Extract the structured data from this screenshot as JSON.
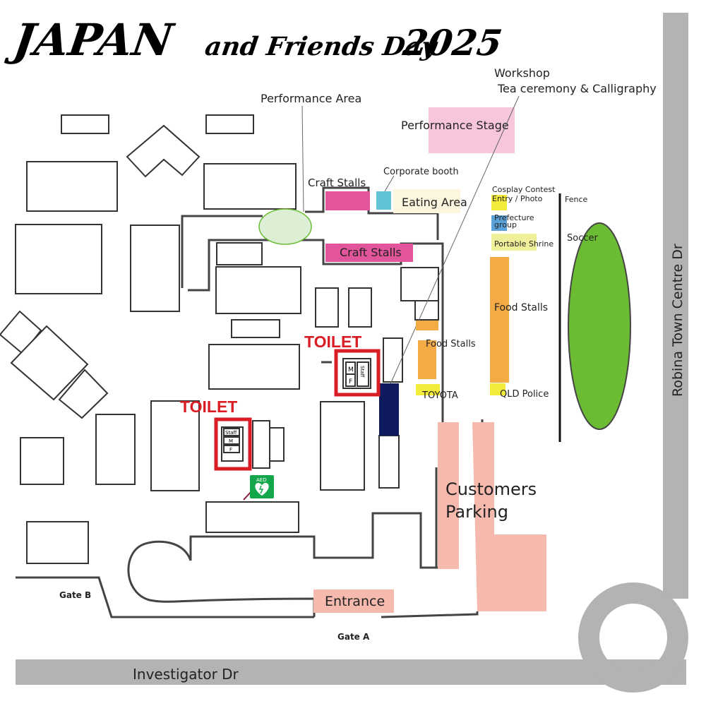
{
  "title": {
    "main": "JAPAN",
    "sub": "and Friends Day",
    "year": "2025"
  },
  "roads": {
    "bottom": "Investigator Dr",
    "right": "Robina Town Centre Dr"
  },
  "labels": {
    "workshop": "Workshop",
    "workshop_detail": "Tea ceremony & Calligraphy",
    "performance_area": "Performance Area",
    "performance_stage": "Performance Stage",
    "corporate_booth": "Corporate booth",
    "craft_stalls_top": "Craft Stalls",
    "eating_area": "Eating Area",
    "craft_stalls_mid": "Craft Stalls",
    "cosplay_line1": "Cosplay Contest",
    "cosplay_line2": "Entry / Photo",
    "prefecture_line1": "Prefecture",
    "prefecture_line2": "group",
    "portable_shrine": "Portable Shrine",
    "fence": "Fence",
    "soccer": "Soccer",
    "food_stalls_right": "Food Stalls",
    "food_stalls_left": "Food Stalls",
    "toyota": "TOYOTA",
    "qld_police": "QLD Police",
    "toilet_upper": "TOILET",
    "toilet_lower": "TOILET",
    "customers_line1": "Customers",
    "customers_line2": "Parking",
    "entrance": "Entrance",
    "gate_a": "Gate A",
    "gate_b": "Gate B",
    "aed": "AED"
  },
  "toilet_upper_units": [
    "M",
    "F",
    "Staff"
  ],
  "toilet_lower_units": [
    "Staff",
    "M",
    "F"
  ],
  "colors": {
    "performance_stage": "#f7c6dc",
    "performance_area": "#dcefd4",
    "craft_stalls": "#e2559b",
    "corporate_booth": "#62c2d6",
    "eating_area": "#fbf6dd",
    "yellow_booth": "#f3ec3a",
    "prefecture_booth": "#5aa2d8",
    "portable_shrine": "#f1ef9a",
    "food_stalls": "#f4aa45",
    "soccer": "#6bbb33",
    "parking": "#f5b9ad",
    "toilet_outline": "#d81e24",
    "workshop_booth": "#0f1a5e",
    "road": "#b3b3b3",
    "aed": "#13a64b"
  }
}
